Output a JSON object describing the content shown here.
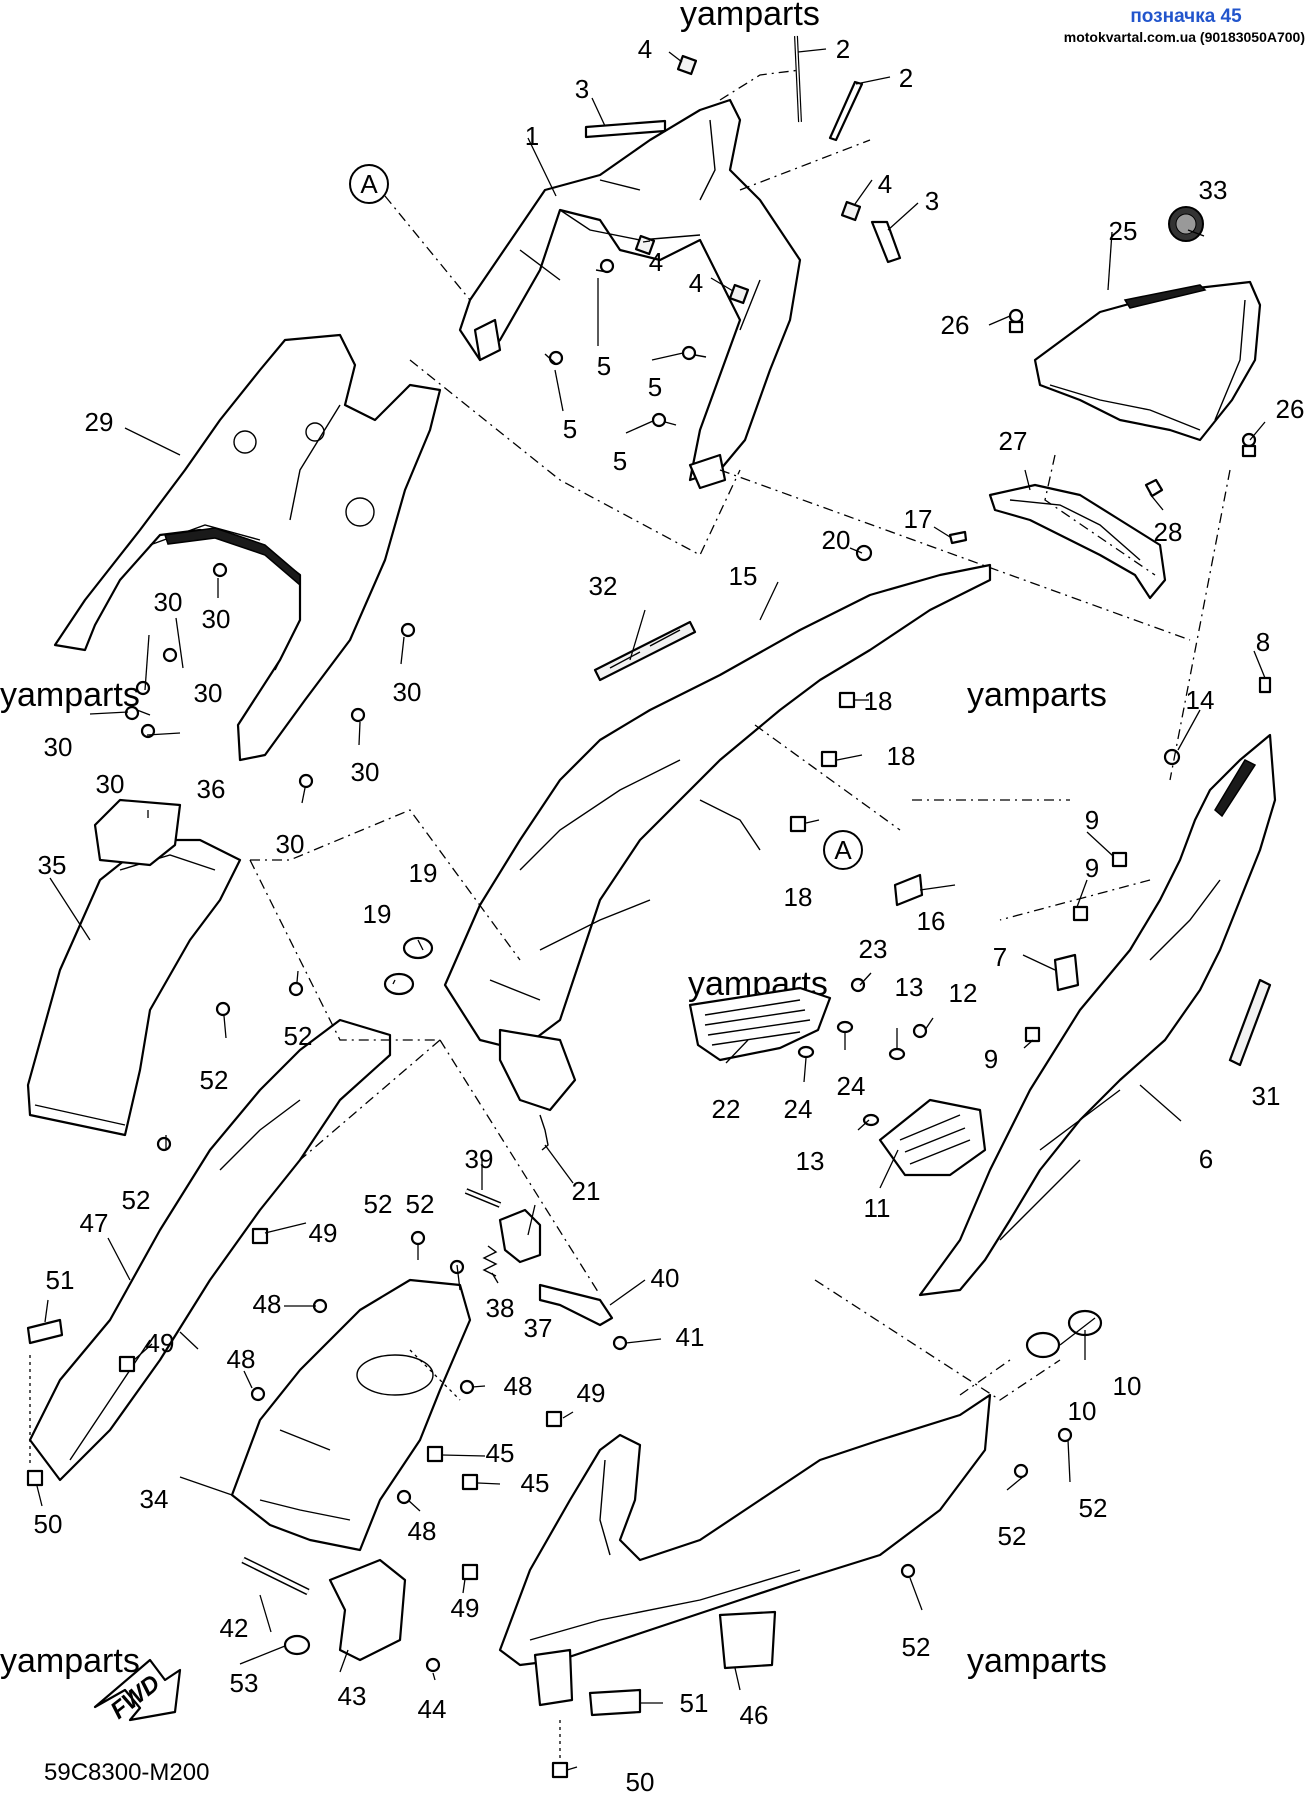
{
  "header": {
    "title": "позначка 45",
    "subtitle": "motokvartal.com.ua (90183050A700)"
  },
  "watermark": "yamparts",
  "diagram_code": "59C8300-M200",
  "fwd_label": "FWD",
  "reference_mark": "A",
  "callouts": [
    {
      "id": "c1",
      "text": "1"
    },
    {
      "id": "c2a",
      "text": "2"
    },
    {
      "id": "c2b",
      "text": "2"
    },
    {
      "id": "c3a",
      "text": "3"
    },
    {
      "id": "c3b",
      "text": "3"
    },
    {
      "id": "c4a",
      "text": "4"
    },
    {
      "id": "c4b",
      "text": "4"
    },
    {
      "id": "c4c",
      "text": "4"
    },
    {
      "id": "c4d",
      "text": "4"
    },
    {
      "id": "c5a",
      "text": "5"
    },
    {
      "id": "c5b",
      "text": "5"
    },
    {
      "id": "c5c",
      "text": "5"
    },
    {
      "id": "c5d",
      "text": "5"
    },
    {
      "id": "c6",
      "text": "6"
    },
    {
      "id": "c7",
      "text": "7"
    },
    {
      "id": "c8",
      "text": "8"
    },
    {
      "id": "c9a",
      "text": "9"
    },
    {
      "id": "c9b",
      "text": "9"
    },
    {
      "id": "c9c",
      "text": "9"
    },
    {
      "id": "c10a",
      "text": "10"
    },
    {
      "id": "c10b",
      "text": "10"
    },
    {
      "id": "c11",
      "text": "11"
    },
    {
      "id": "c12",
      "text": "12"
    },
    {
      "id": "c13a",
      "text": "13"
    },
    {
      "id": "c13b",
      "text": "13"
    },
    {
      "id": "c14",
      "text": "14"
    },
    {
      "id": "c15",
      "text": "15"
    },
    {
      "id": "c16",
      "text": "16"
    },
    {
      "id": "c17",
      "text": "17"
    },
    {
      "id": "c18a",
      "text": "18"
    },
    {
      "id": "c18b",
      "text": "18"
    },
    {
      "id": "c18c",
      "text": "18"
    },
    {
      "id": "c19a",
      "text": "19"
    },
    {
      "id": "c19b",
      "text": "19"
    },
    {
      "id": "c20",
      "text": "20"
    },
    {
      "id": "c21",
      "text": "21"
    },
    {
      "id": "c22",
      "text": "22"
    },
    {
      "id": "c23",
      "text": "23"
    },
    {
      "id": "c24a",
      "text": "24"
    },
    {
      "id": "c24b",
      "text": "24"
    },
    {
      "id": "c25",
      "text": "25"
    },
    {
      "id": "c26a",
      "text": "26"
    },
    {
      "id": "c26b",
      "text": "26"
    },
    {
      "id": "c27",
      "text": "27"
    },
    {
      "id": "c28",
      "text": "28"
    },
    {
      "id": "c29",
      "text": "29"
    },
    {
      "id": "c30a",
      "text": "30"
    },
    {
      "id": "c30b",
      "text": "30"
    },
    {
      "id": "c30c",
      "text": "30"
    },
    {
      "id": "c30d",
      "text": "30"
    },
    {
      "id": "c30e",
      "text": "30"
    },
    {
      "id": "c30f",
      "text": "30"
    },
    {
      "id": "c30g",
      "text": "30"
    },
    {
      "id": "c30h",
      "text": "30"
    },
    {
      "id": "c31",
      "text": "31"
    },
    {
      "id": "c32",
      "text": "32"
    },
    {
      "id": "c33",
      "text": "33"
    },
    {
      "id": "c34",
      "text": "34"
    },
    {
      "id": "c35",
      "text": "35"
    },
    {
      "id": "c36",
      "text": "36"
    },
    {
      "id": "c37",
      "text": "37"
    },
    {
      "id": "c38",
      "text": "38"
    },
    {
      "id": "c39",
      "text": "39"
    },
    {
      "id": "c40",
      "text": "40"
    },
    {
      "id": "c41",
      "text": "41"
    },
    {
      "id": "c42",
      "text": "42"
    },
    {
      "id": "c43",
      "text": "43"
    },
    {
      "id": "c44",
      "text": "44"
    },
    {
      "id": "c45a",
      "text": "45"
    },
    {
      "id": "c45b",
      "text": "45"
    },
    {
      "id": "c46",
      "text": "46"
    },
    {
      "id": "c47",
      "text": "47"
    },
    {
      "id": "c48a",
      "text": "48"
    },
    {
      "id": "c48b",
      "text": "48"
    },
    {
      "id": "c48c",
      "text": "48"
    },
    {
      "id": "c48d",
      "text": "48"
    },
    {
      "id": "c49a",
      "text": "49"
    },
    {
      "id": "c49b",
      "text": "49"
    },
    {
      "id": "c49c",
      "text": "49"
    },
    {
      "id": "c49d",
      "text": "49"
    },
    {
      "id": "c50a",
      "text": "50"
    },
    {
      "id": "c50b",
      "text": "50"
    },
    {
      "id": "c51a",
      "text": "51"
    },
    {
      "id": "c51b",
      "text": "51"
    },
    {
      "id": "c52a",
      "text": "52"
    },
    {
      "id": "c52b",
      "text": "52"
    },
    {
      "id": "c52c",
      "text": "52"
    },
    {
      "id": "c52d",
      "text": "52"
    },
    {
      "id": "c52e",
      "text": "52"
    },
    {
      "id": "c52f",
      "text": "52"
    },
    {
      "id": "c52g",
      "text": "52"
    },
    {
      "id": "c52h",
      "text": "52"
    },
    {
      "id": "c53",
      "text": "53"
    }
  ]
}
